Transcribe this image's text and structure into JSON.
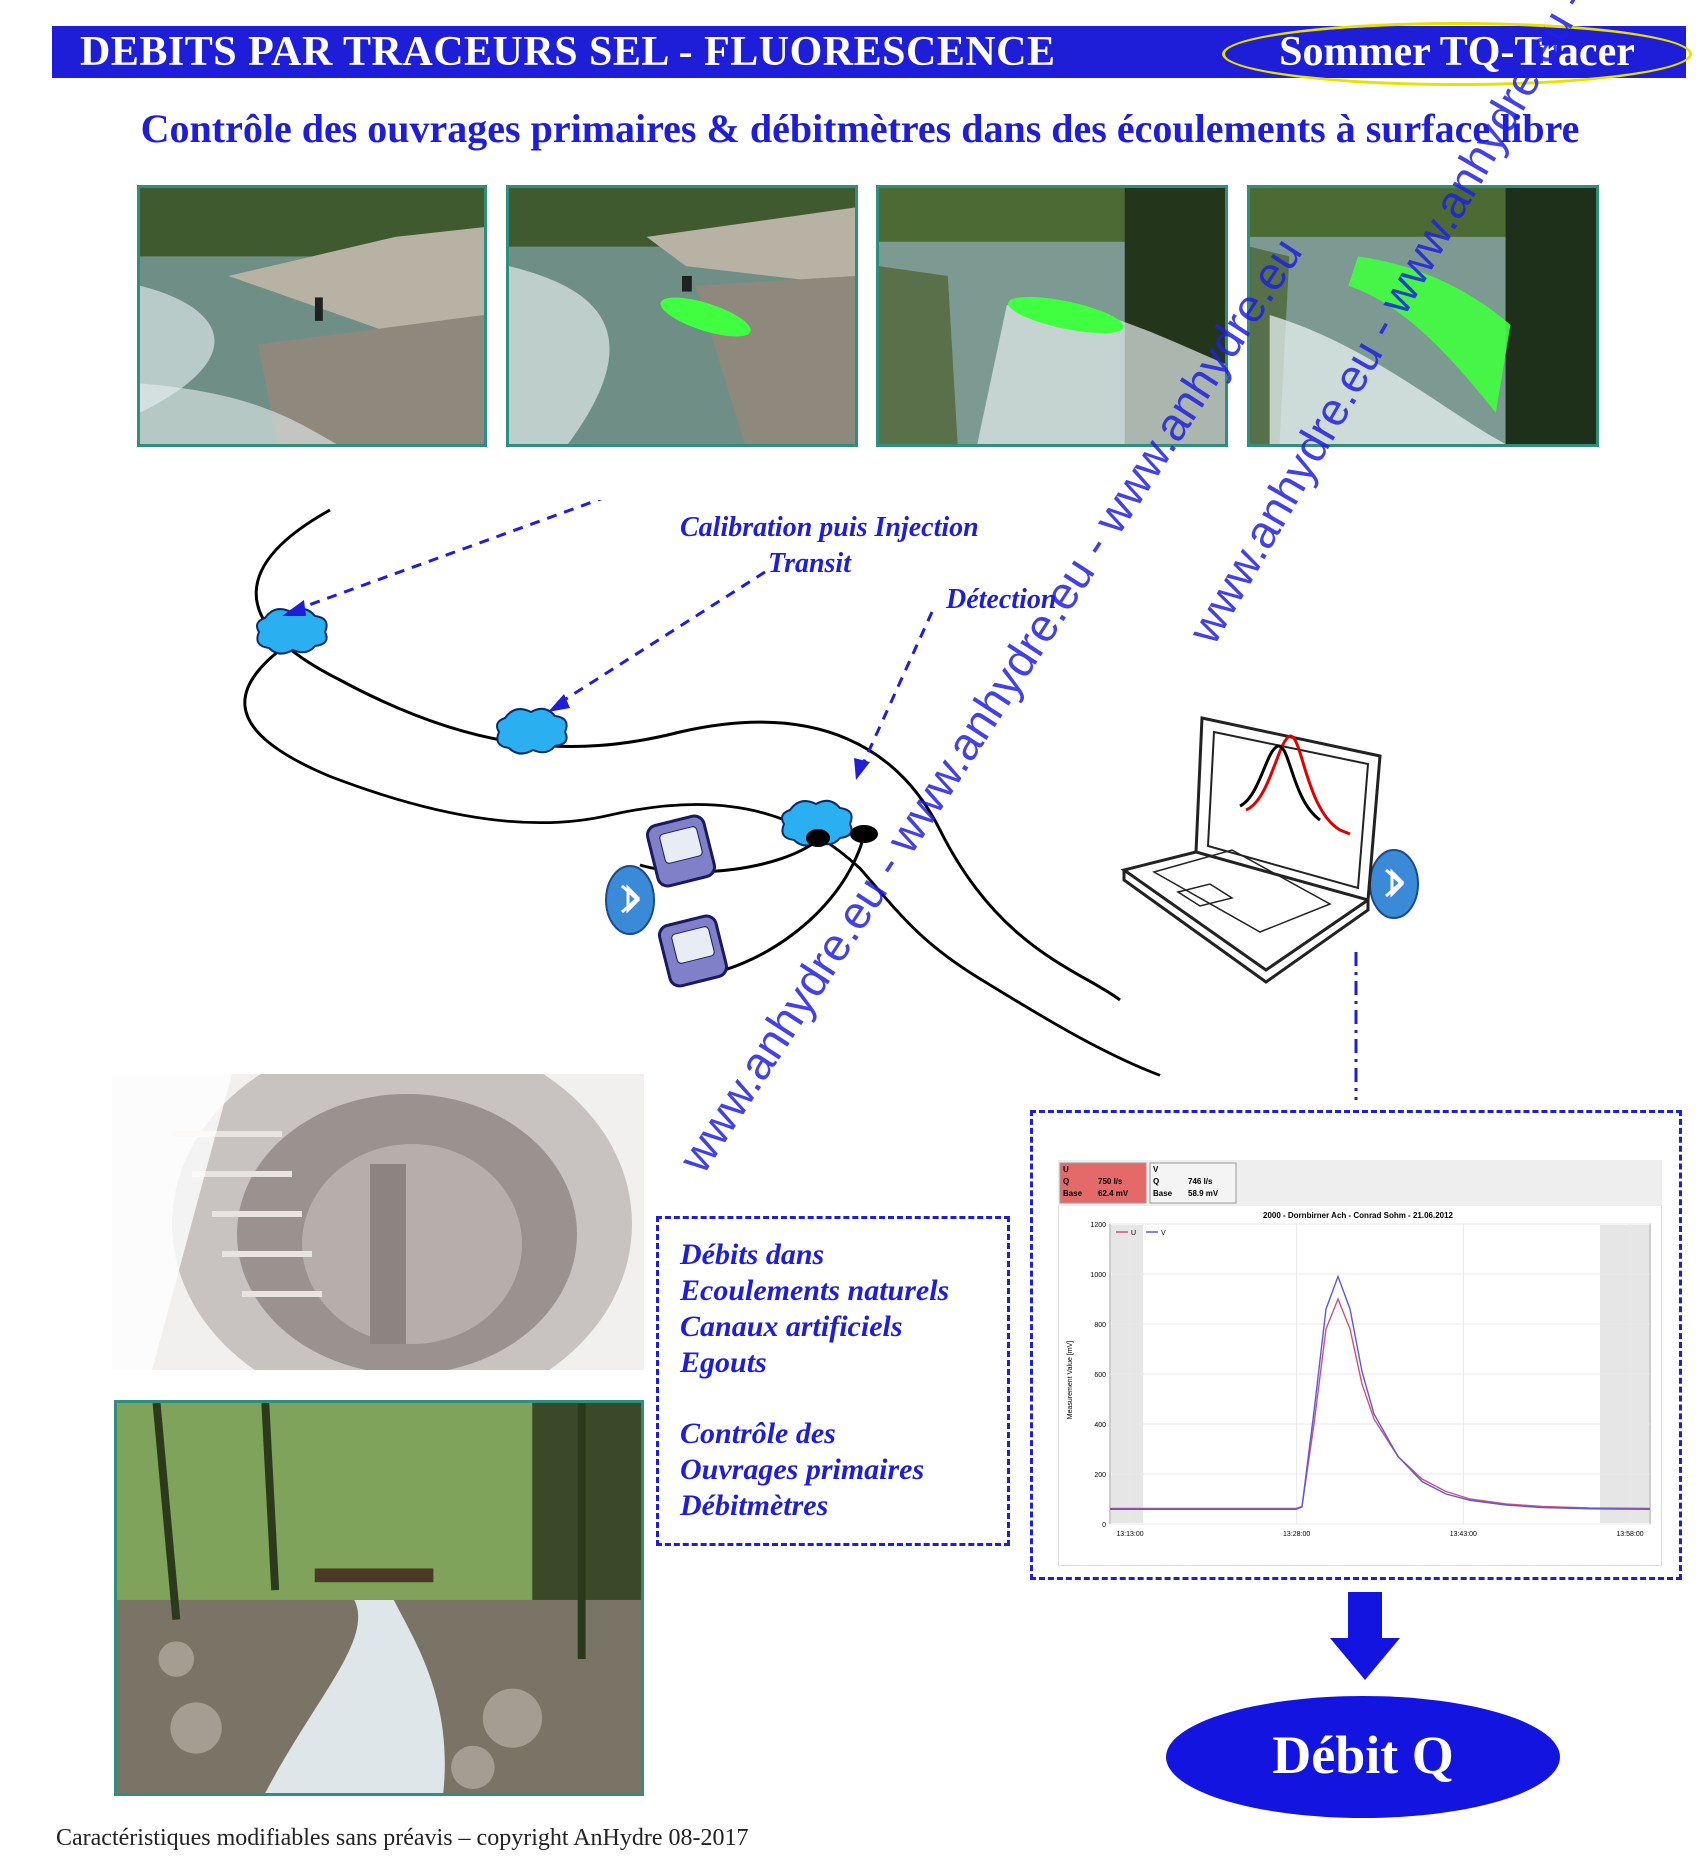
{
  "header": {
    "title": "DEBITS PAR TRACEURS SEL - FLUORESCENCE",
    "brand": "Sommer TQ-Tracer"
  },
  "subtitle": "Contrôle des ouvrages primaires & débitmètres dans des écoulements à surface libre",
  "diagram": {
    "label_injection": "Calibration puis Injection",
    "label_transit": "Transit",
    "label_detection": "Détection"
  },
  "info_box": {
    "lines": [
      "Débits dans",
      "Ecoulements naturels",
      "Canaux artificiels",
      "Egouts",
      "Contrôle des",
      "Ouvrages primaires",
      "Débitmètres"
    ]
  },
  "measurement": {
    "panel_u": {
      "name": "U",
      "q_label": "Q",
      "q_value": "750 l/s",
      "base_label": "Base",
      "base_value": "62.4 mV"
    },
    "panel_v": {
      "name": "V",
      "q_label": "Q",
      "q_value": "746 l/s",
      "base_label": "Base",
      "base_value": "58.9 mV"
    },
    "plot_title": "2000 - Dornbirner Ach - Conrad Sohm - 21.06.2012",
    "ylabel": "Measurement Value [mV]",
    "legend": [
      "U",
      "V"
    ],
    "y_ticks": [
      "1200",
      "1000",
      "800",
      "600",
      "400",
      "200",
      "0"
    ],
    "x_ticks": [
      "13:13:00",
      "13:28:00",
      "13:43:00",
      "13:58:00"
    ]
  },
  "chart_data": {
    "type": "line",
    "title": "2000 - Dornbirner Ach - Conrad Sohm - 21.06.2012",
    "ylabel": "Measurement Value [mV]",
    "xlabel": "",
    "ylim": [
      0,
      1200
    ],
    "x_ticks": [
      "13:13:00",
      "13:28:00",
      "13:43:00",
      "13:58:00"
    ],
    "x": [
      0,
      6,
      12,
      15.5,
      16,
      17,
      18,
      19,
      20,
      21,
      22,
      24,
      26,
      28,
      30,
      33,
      36,
      40,
      45
    ],
    "series": [
      {
        "name": "U",
        "color": "#d0507a",
        "values": [
          62,
          62,
          62,
          62,
          70,
          400,
          780,
          900,
          780,
          560,
          420,
          270,
          180,
          130,
          100,
          80,
          70,
          64,
          62
        ]
      },
      {
        "name": "V",
        "color": "#5a5ad8",
        "values": [
          59,
          59,
          59,
          59,
          68,
          450,
          860,
          990,
          860,
          610,
          440,
          270,
          170,
          120,
          95,
          76,
          66,
          61,
          59
        ]
      }
    ],
    "grid": true,
    "legend": "top-left"
  },
  "result": "Débit Q",
  "footer": "Caractéristiques modifiables sans préavis – copyright AnHydre 08-2017",
  "watermark": "www.anhydre.eu - www.anhydre.eu - www.anhydre.eu",
  "colors": {
    "accent": "#1e1ed8",
    "brand_ring": "#e8e000",
    "photo_border": "#2f8f7f",
    "tracer": "#40ff40",
    "cloud": "#2ab0f0"
  }
}
